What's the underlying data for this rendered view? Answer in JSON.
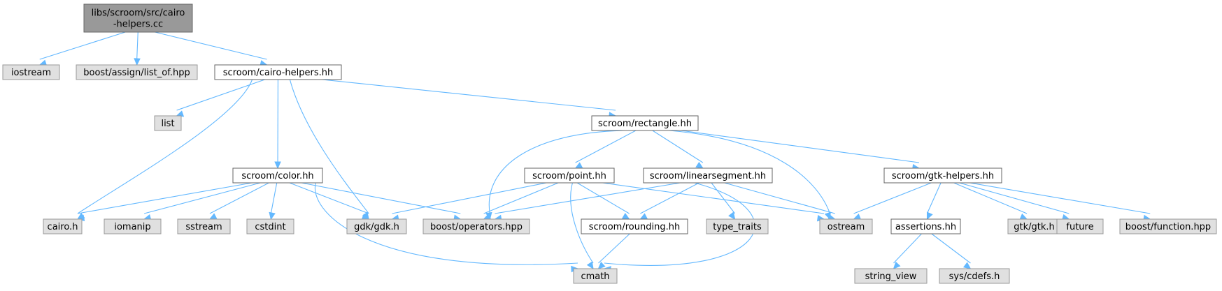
{
  "diagram": {
    "colors": {
      "root_fill": "#999999",
      "root_stroke": "#666666",
      "header_fill": "#ffffff",
      "header_stroke": "#666666",
      "system_fill": "#e0e0e0",
      "system_stroke": "#999999",
      "edge": "#63b8ff"
    },
    "nodes": [
      {
        "id": "root",
        "kind": "root",
        "lines": [
          "libs/scroom/src/cairo",
          "-helpers.cc"
        ]
      },
      {
        "id": "iostream",
        "kind": "system",
        "lines": [
          "iostream"
        ]
      },
      {
        "id": "list_of",
        "kind": "system",
        "lines": [
          "boost/assign/list_of.hpp"
        ]
      },
      {
        "id": "cairo_helpers",
        "kind": "header",
        "lines": [
          "scroom/cairo-helpers.hh"
        ]
      },
      {
        "id": "list",
        "kind": "system",
        "lines": [
          "list"
        ]
      },
      {
        "id": "rectangle",
        "kind": "header",
        "lines": [
          "scroom/rectangle.hh"
        ]
      },
      {
        "id": "color",
        "kind": "header",
        "lines": [
          "scroom/color.hh"
        ]
      },
      {
        "id": "point",
        "kind": "header",
        "lines": [
          "scroom/point.hh"
        ]
      },
      {
        "id": "linearsegment",
        "kind": "header",
        "lines": [
          "scroom/linearsegment.hh"
        ]
      },
      {
        "id": "gtk_helpers",
        "kind": "header",
        "lines": [
          "scroom/gtk-helpers.hh"
        ]
      },
      {
        "id": "cairo_h",
        "kind": "system",
        "lines": [
          "cairo.h"
        ]
      },
      {
        "id": "iomanip",
        "kind": "system",
        "lines": [
          "iomanip"
        ]
      },
      {
        "id": "sstream",
        "kind": "system",
        "lines": [
          "sstream"
        ]
      },
      {
        "id": "cstdint",
        "kind": "system",
        "lines": [
          "cstdint"
        ]
      },
      {
        "id": "gdk",
        "kind": "system",
        "lines": [
          "gdk/gdk.h"
        ]
      },
      {
        "id": "operators",
        "kind": "system",
        "lines": [
          "boost/operators.hpp"
        ]
      },
      {
        "id": "rounding",
        "kind": "header",
        "lines": [
          "scroom/rounding.hh"
        ]
      },
      {
        "id": "type_traits",
        "kind": "system",
        "lines": [
          "type_traits"
        ]
      },
      {
        "id": "ostream",
        "kind": "system",
        "lines": [
          "ostream"
        ]
      },
      {
        "id": "assertions",
        "kind": "header",
        "lines": [
          "assertions.hh"
        ]
      },
      {
        "id": "gtk",
        "kind": "system",
        "lines": [
          "gtk/gtk.h"
        ]
      },
      {
        "id": "future",
        "kind": "system",
        "lines": [
          "future"
        ]
      },
      {
        "id": "function",
        "kind": "system",
        "lines": [
          "boost/function.hpp"
        ]
      },
      {
        "id": "cmath",
        "kind": "system",
        "lines": [
          "cmath"
        ]
      },
      {
        "id": "string_view",
        "kind": "system",
        "lines": [
          "string_view"
        ]
      },
      {
        "id": "sys_cdefs",
        "kind": "system",
        "lines": [
          "sys/cdefs.h"
        ]
      }
    ],
    "edges": [
      {
        "from": "root",
        "to": "iostream"
      },
      {
        "from": "root",
        "to": "list_of"
      },
      {
        "from": "root",
        "to": "cairo_helpers"
      },
      {
        "from": "cairo_helpers",
        "to": "list"
      },
      {
        "from": "cairo_helpers",
        "to": "cairo_h"
      },
      {
        "from": "cairo_helpers",
        "to": "color"
      },
      {
        "from": "cairo_helpers",
        "to": "gdk"
      },
      {
        "from": "cairo_helpers",
        "to": "rectangle"
      },
      {
        "from": "color",
        "to": "cairo_h"
      },
      {
        "from": "color",
        "to": "iomanip"
      },
      {
        "from": "color",
        "to": "sstream"
      },
      {
        "from": "color",
        "to": "cstdint"
      },
      {
        "from": "color",
        "to": "gdk"
      },
      {
        "from": "color",
        "to": "operators"
      },
      {
        "from": "color",
        "to": "cmath"
      },
      {
        "from": "rectangle",
        "to": "operators"
      },
      {
        "from": "rectangle",
        "to": "point"
      },
      {
        "from": "rectangle",
        "to": "linearsegment"
      },
      {
        "from": "rectangle",
        "to": "ostream"
      },
      {
        "from": "rectangle",
        "to": "gtk_helpers"
      },
      {
        "from": "point",
        "to": "gdk"
      },
      {
        "from": "point",
        "to": "operators"
      },
      {
        "from": "point",
        "to": "rounding"
      },
      {
        "from": "point",
        "to": "cmath"
      },
      {
        "from": "point",
        "to": "ostream"
      },
      {
        "from": "linearsegment",
        "to": "operators"
      },
      {
        "from": "linearsegment",
        "to": "rounding"
      },
      {
        "from": "linearsegment",
        "to": "type_traits"
      },
      {
        "from": "linearsegment",
        "to": "ostream"
      },
      {
        "from": "linearsegment",
        "to": "cmath"
      },
      {
        "from": "rounding",
        "to": "cmath"
      },
      {
        "from": "gtk_helpers",
        "to": "ostream"
      },
      {
        "from": "gtk_helpers",
        "to": "assertions"
      },
      {
        "from": "gtk_helpers",
        "to": "gtk"
      },
      {
        "from": "gtk_helpers",
        "to": "future"
      },
      {
        "from": "gtk_helpers",
        "to": "function"
      },
      {
        "from": "assertions",
        "to": "string_view"
      },
      {
        "from": "assertions",
        "to": "sys_cdefs"
      }
    ]
  }
}
